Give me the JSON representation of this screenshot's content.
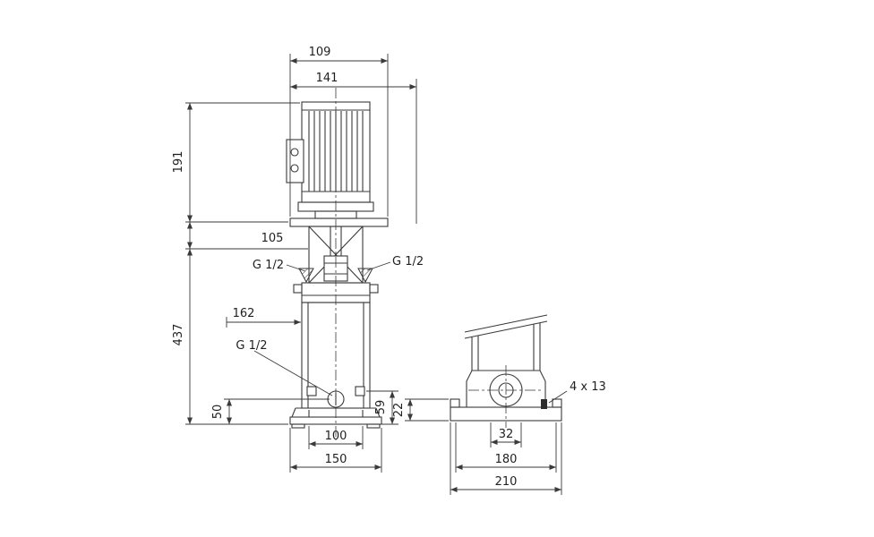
{
  "front_view": {
    "dim_top_width": "109",
    "dim_flange_width": "141",
    "dim_motor_height": "191",
    "dim_head_clearance": "105",
    "dim_total_height": "437",
    "dim_chamber_length": "162",
    "port_top_left": "G 1/2",
    "port_top_right": "G 1/2",
    "port_drain": "G 1/2",
    "dim_drain_height": "50",
    "dim_gauge_height": "59",
    "dim_bolt_spacing": "100",
    "dim_base_width": "150"
  },
  "side_view": {
    "dim_lip_height": "22",
    "dim_port_width": "32",
    "dim_bolt_spacing": "180",
    "dim_base_length": "210",
    "bolt_hole_note": "4 x 13"
  },
  "style": {
    "line_color": "#3a3a3a",
    "background": "#ffffff"
  }
}
